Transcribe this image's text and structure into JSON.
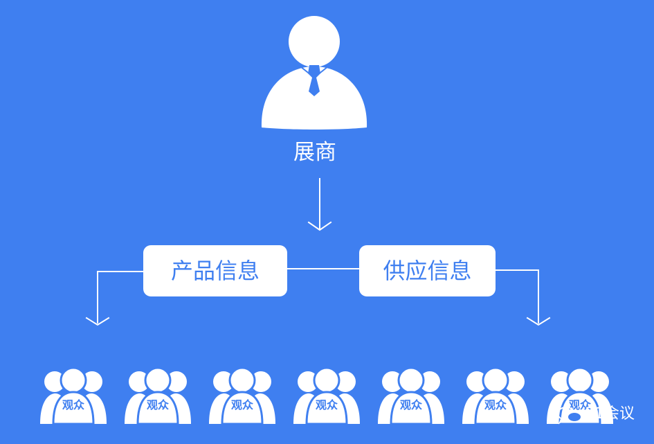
{
  "diagram": {
    "top": {
      "label": "展商",
      "icon": "exhibitor-person-icon"
    },
    "boxes": {
      "product": "产品信息",
      "supply": "供应信息"
    },
    "audience": {
      "label": "观众",
      "icon": "audience-group-icon",
      "items": [
        "观众",
        "观众",
        "观众",
        "观众",
        "观众",
        "观众",
        "观众"
      ]
    },
    "watermark": {
      "text": "31会议",
      "icon": "wechat-icon"
    }
  },
  "colors": {
    "background": "#3f7ff0",
    "foreground": "#ffffff",
    "accent": "#3f7ff0"
  }
}
